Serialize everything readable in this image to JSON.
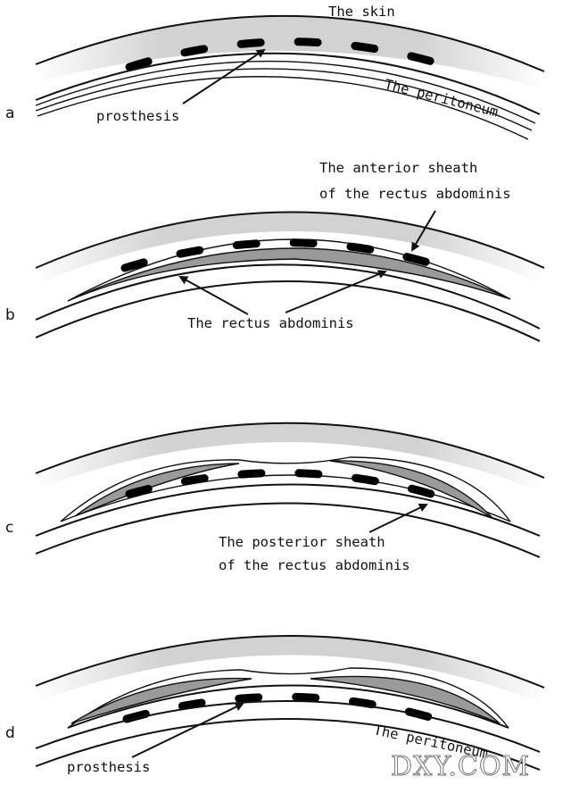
{
  "panels": [
    {
      "letter": "a",
      "labels": {
        "skin": "The skin",
        "peritoneum": "The peritoneum",
        "prosthesis": "prosthesis"
      }
    },
    {
      "letter": "b",
      "labels": {
        "anterior_sheath_1": "The anterior sheath",
        "anterior_sheath_2": "of the rectus abdominis",
        "rectus": "The rectus abdominis"
      }
    },
    {
      "letter": "c",
      "labels": {
        "posterior_sheath_1": "The posterior sheath",
        "posterior_sheath_2": "of the rectus abdominis"
      }
    },
    {
      "letter": "d",
      "labels": {
        "peritoneum": "The peritoneum",
        "prosthesis": "prosthesis"
      }
    }
  ],
  "watermark": "DXY.COM",
  "colors": {
    "muscle": "#9a9a9a",
    "line": "#111111",
    "skin_gradient": "#cfcfcf"
  }
}
